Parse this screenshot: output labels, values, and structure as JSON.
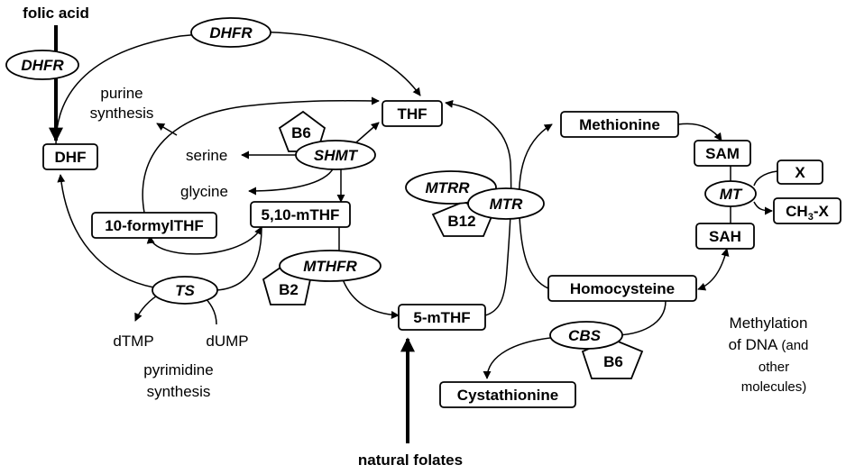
{
  "external": {
    "folic_acid": "folic acid",
    "natural_folates": "natural folates"
  },
  "molecules": {
    "dhf": "DHF",
    "thf": "THF",
    "formyl_thf": "10-formylTHF",
    "methylene_thf": "5,10-mTHF",
    "methyl_thf": "5-mTHF",
    "methionine": "Methionine",
    "sam": "SAM",
    "sah": "SAH",
    "homocysteine": "Homocysteine",
    "cystathionine": "Cystathionine",
    "x": "X",
    "ch3x_prefix": "CH",
    "ch3x_sub": "3",
    "ch3x_suffix": "-X"
  },
  "enzymes": {
    "dhfr_left": "DHFR",
    "dhfr_top": "DHFR",
    "shmt": "SHMT",
    "ts": "TS",
    "mthfr": "MTHFR",
    "mtrr": "MTRR",
    "mtr": "MTR",
    "mt": "MT",
    "cbs": "CBS"
  },
  "cofactors": {
    "b6_shmt": "B6",
    "b2": "B2",
    "b12": "B12",
    "b6_cbs": "B6"
  },
  "labels": {
    "purine_line1": "purine",
    "purine_line2": "synthesis",
    "serine": "serine",
    "glycine": "glycine",
    "dtmp": "dTMP",
    "dump": "dUMP",
    "pyrimidine_line1": "pyrimidine",
    "pyrimidine_line2": "synthesis",
    "methylation_line1": "Methylation",
    "methylation_line2a": "of DNA",
    "methylation_line2b": "(and",
    "methylation_line3": "other",
    "methylation_line4": "molecules)"
  }
}
